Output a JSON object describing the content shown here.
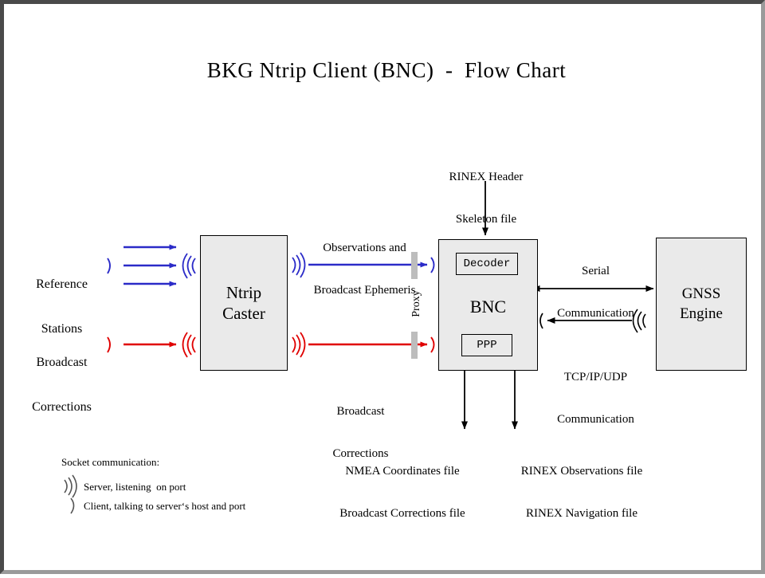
{
  "chart_data": {
    "type": "diagram",
    "title": "BKG Ntrip Client (BNC)  -  Flow Chart",
    "nodes": [
      {
        "id": "ntrip-caster",
        "label": "Ntrip\nCaster"
      },
      {
        "id": "bnc",
        "label": "BNC",
        "children": [
          "Decoder",
          "PPP"
        ]
      },
      {
        "id": "gnss-engine",
        "label": "GNSS\nEngine"
      }
    ],
    "edges": [
      {
        "from": "Reference Stations",
        "to": "Ntrip Caster",
        "color": "#2b2bc8",
        "count": 3
      },
      {
        "from": "Broadcast Corrections",
        "to": "Ntrip Caster",
        "color": "#e00000",
        "count": 1
      },
      {
        "from": "Ntrip Caster",
        "to": "BNC",
        "label": "Observations and\nBroadcast Ephemeris",
        "color": "#2b2bc8"
      },
      {
        "from": "Ntrip Caster",
        "to": "BNC",
        "label": "Broadcast\nCorrections",
        "color": "#e00000"
      },
      {
        "from": "RINEX Header Skeleton file",
        "to": "BNC",
        "color": "#000000"
      },
      {
        "from": "BNC",
        "to": "GNSS Engine",
        "label": "Serial Communication",
        "color": "#000000",
        "bidirectional": true
      },
      {
        "from": "GNSS Engine",
        "to": "BNC",
        "label": "TCP/IP/UDP Communication",
        "color": "#000000"
      },
      {
        "from": "BNC",
        "to": "NMEA Coordinates file / Broadcast Corrections file",
        "color": "#000000"
      },
      {
        "from": "BNC",
        "to": "RINEX Observations file / RINEX Navigation file",
        "color": "#000000"
      }
    ]
  },
  "title": "BKG Ntrip Client (BNC)  -  Flow Chart",
  "colors": {
    "blue": "#2b2bc8",
    "red": "#e00000",
    "box_fill": "#eaeaea",
    "box_stroke": "#000000",
    "proxy_bar": "#bdbdbd",
    "frame": "#4a4a4a",
    "canvas": "#ffffff"
  },
  "nodes": {
    "reference_stations": "Reference\nStations",
    "reference_stations_line1": "Reference",
    "reference_stations_line2": "Stations",
    "broadcast_corrections_src_line1": "Broadcast",
    "broadcast_corrections_src_line2": "Corrections",
    "ntrip_caster_line1": "Ntrip",
    "ntrip_caster_line2": "Caster",
    "bnc_label": "BNC",
    "decoder_label": "Decoder",
    "ppp_label": "PPP",
    "gnss_engine_line1": "GNSS",
    "gnss_engine_line2": "Engine",
    "proxy_label": "Proxy"
  },
  "edge_labels": {
    "observations_line1": "Observations and",
    "observations_line2": "Broadcast Ephemeris",
    "broadcast_corrections_line1": "Broadcast",
    "broadcast_corrections_line2": "Corrections",
    "rinex_header_line1": "RINEX Header",
    "rinex_header_line2": "Skeleton file",
    "serial_line1": "Serial",
    "serial_line2": "Communication",
    "tcp_line1": "TCP/IP/UDP",
    "tcp_line2": "Communication"
  },
  "outputs": {
    "left_line1": "NMEA Coordinates file",
    "left_line2": "Broadcast Corrections file",
    "right_line1": "RINEX Observations file",
    "right_line2": "RINEX Navigation file"
  },
  "legend": {
    "title": "Socket communication:",
    "server_label": "Server, listening  on port",
    "client_label": "Client, talking to server‘s host and port",
    "server_icon": "signal-waves-icon",
    "client_icon": "socket-client-paren-icon"
  },
  "sockets": {
    "server_glyph": ")))",
    "client_glyph": ")"
  }
}
